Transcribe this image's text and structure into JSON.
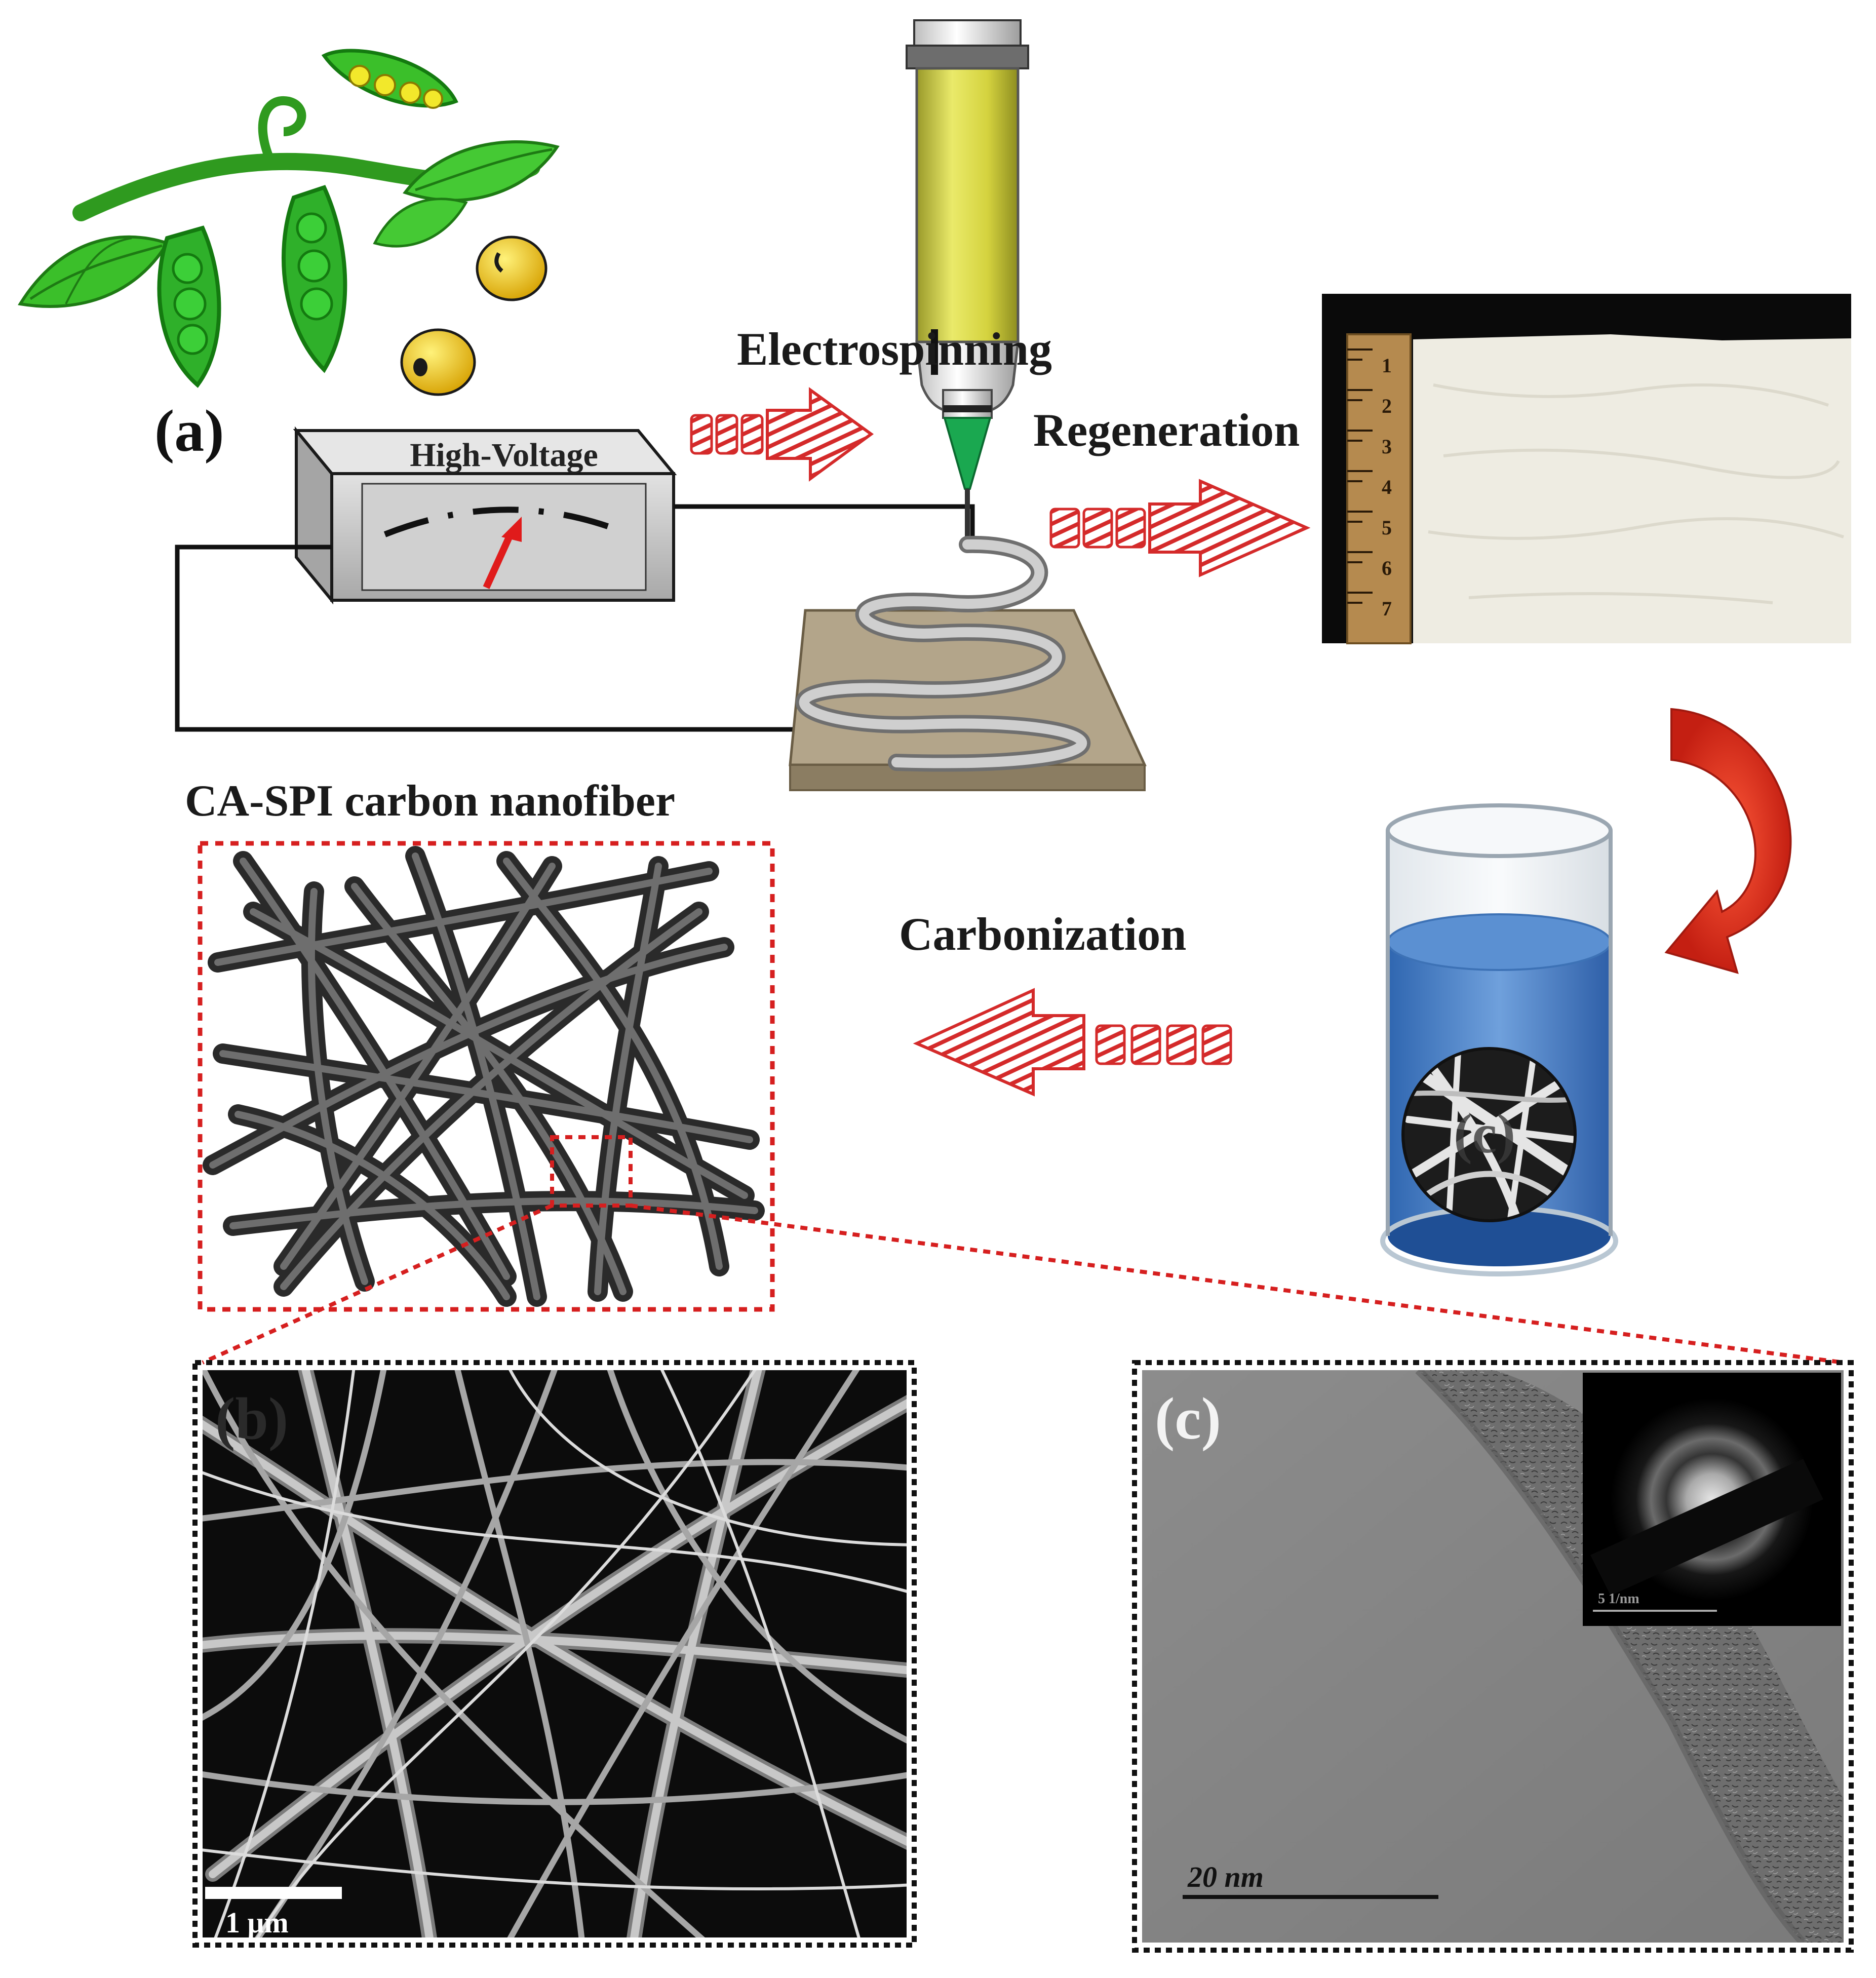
{
  "labels": {
    "panel_a": "(a)",
    "panel_b": "(b)",
    "panel_c": "(c)",
    "inset_c": "(c)",
    "high_voltage": "High-Voltage",
    "electrospinning": "Electrospinning",
    "regeneration": "Regeneration",
    "carbonization": "Carbonization",
    "nanofiber_title": "CA-SPI carbon nanofiber"
  },
  "ruler": {
    "ticks": [
      "1",
      "2",
      "3",
      "4",
      "5",
      "6",
      "7"
    ]
  },
  "scale_bars": {
    "sem": "1 μm",
    "tem": "20 nm",
    "saed": "5 1/nm"
  },
  "colors": {
    "arrow_red": "#d42a2a",
    "dotted_red": "#d61f1f",
    "dotted_black": "#111111",
    "plant_green": "#3bbf2a",
    "soy_yellow": "#f2c21b",
    "syringe_yellow": "#d8d64a",
    "needle_green": "#1aa850",
    "collector": "#b3a58a",
    "beaker_blue": "#3f7fc9",
    "fiber_gray": "#5a5a5a"
  }
}
